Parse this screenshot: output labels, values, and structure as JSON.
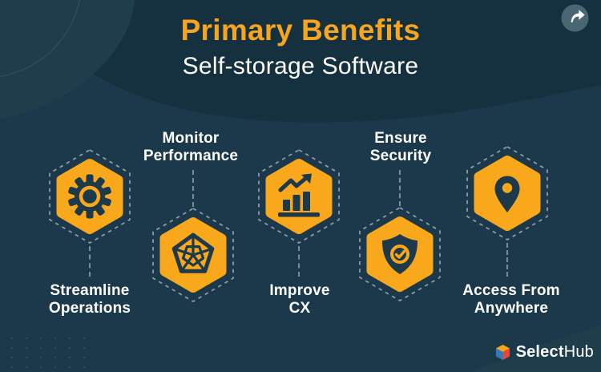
{
  "header": {
    "title": "Primary Benefits",
    "subtitle": "Self-storage Software"
  },
  "benefits": [
    {
      "icon": "gear-icon",
      "label": "Streamline\nOperations"
    },
    {
      "icon": "radar-web-icon",
      "label": "Monitor\nPerformance"
    },
    {
      "icon": "bar-chart-growth-icon",
      "label": "Improve\nCX"
    },
    {
      "icon": "shield-check-icon",
      "label": "Ensure\nSecurity"
    },
    {
      "icon": "location-pin-icon",
      "label": "Access From\nAnywhere"
    }
  ],
  "toolbar": {
    "share_icon": "share-arrow-icon"
  },
  "logo": {
    "name_bold": "Select",
    "name_regular": "Hub"
  },
  "colors": {
    "background": "#1B394B",
    "background_dark_wave": "#15313F",
    "accent_orange": "#F9A71B",
    "icon_navy": "#1C3A4C",
    "dashed_outline": "#C5D0D8",
    "text_white": "#FFFFFF",
    "share_circle": "#4B6673",
    "logo_blue": "#2F7CC0",
    "logo_red": "#E2483D",
    "logo_yellow": "#F9A61B"
  }
}
